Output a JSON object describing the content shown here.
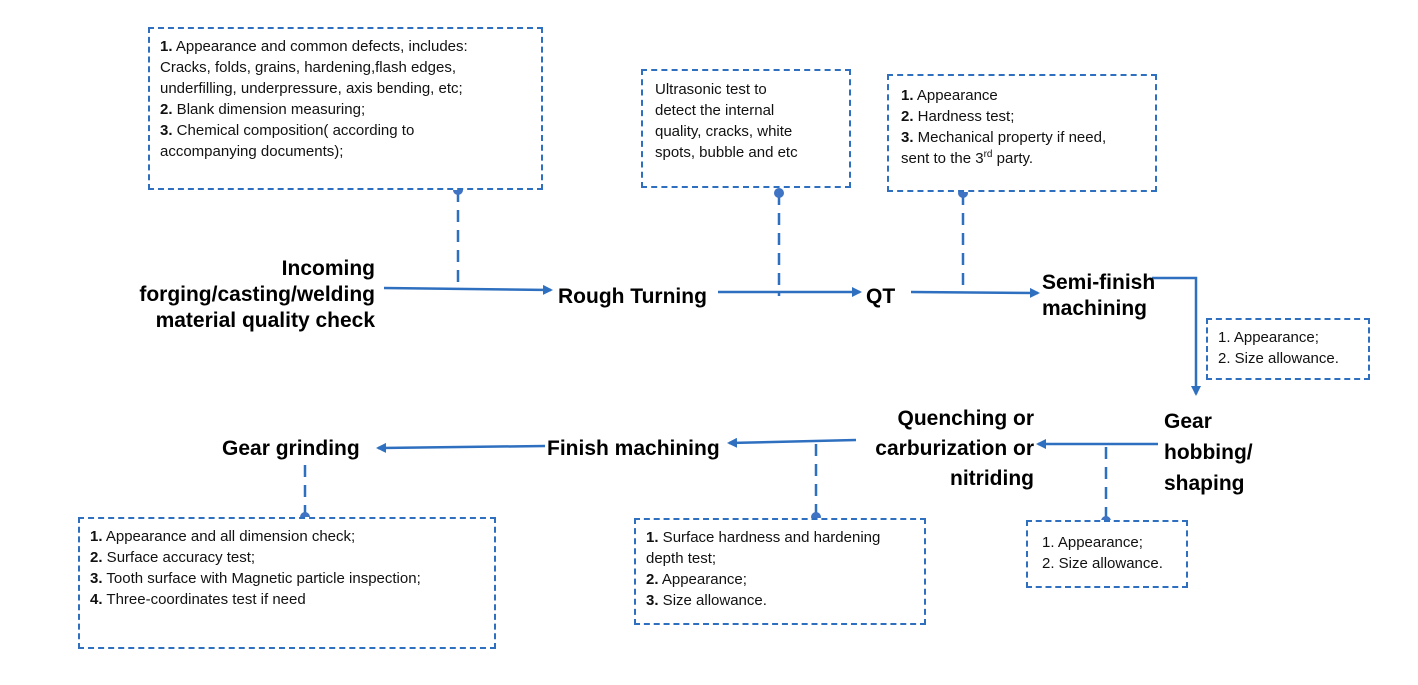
{
  "stages": {
    "incoming": [
      "Incoming",
      "forging/casting/welding",
      "material quality check"
    ],
    "rough": "Rough Turning",
    "qt": "QT",
    "semi": [
      "Semi-finish",
      "machining"
    ],
    "hobbing": [
      "Gear",
      "hobbing/",
      "shaping"
    ],
    "quench": [
      "Quenching or",
      "carburization or",
      "nitriding"
    ],
    "finish": "Finish machining",
    "grinding": "Gear grinding"
  },
  "notes": {
    "incoming": [
      {
        "num": "1.",
        "text": " Appearance and common defects, includes:"
      },
      {
        "num": "",
        "text": "Cracks, folds, grains, hardening,flash edges,"
      },
      {
        "num": "",
        "text": "underfilling, underpressure, axis bending, etc;"
      },
      {
        "num": "2.",
        "text": " Blank dimension measuring;"
      },
      {
        "num": "3.",
        "text": " Chemical composition( according to"
      },
      {
        "num": "",
        "text": "accompanying documents);"
      }
    ],
    "rough": [
      "Ultrasonic test to",
      "detect the internal",
      "quality, cracks, white",
      "spots, bubble and etc"
    ],
    "qt": {
      "rows": [
        {
          "num": "1.",
          "text": " Appearance"
        },
        {
          "num": "2.",
          "text": " Hardness test;"
        },
        {
          "num": "3.",
          "text": " Mechanical property if need,"
        }
      ],
      "last_pre": "sent to the 3",
      "last_sup": "rd",
      "last_post": " party."
    },
    "semi": [
      "1. Appearance;",
      "2. Size allowance."
    ],
    "hobbing": [
      "1. Appearance;",
      "2. Size allowance."
    ],
    "finish": [
      {
        "num": "1.",
        "text": " Surface hardness and hardening"
      },
      {
        "num": "",
        "text": "depth test;"
      },
      {
        "num": "2.",
        "text": " Appearance;"
      },
      {
        "num": "3.",
        "text": " Size allowance."
      }
    ],
    "grinding": [
      {
        "num": "1.",
        "text": " Appearance and all dimension check;"
      },
      {
        "num": "2.",
        "text": " Surface accuracy test;"
      },
      {
        "num": "3.",
        "text": " Tooth surface with Magnetic particle inspection;"
      },
      {
        "num": "4.",
        "text": " Three-coordinates test if need"
      }
    ]
  },
  "colors": {
    "line": "#2e6fbf",
    "text": "#000000"
  }
}
